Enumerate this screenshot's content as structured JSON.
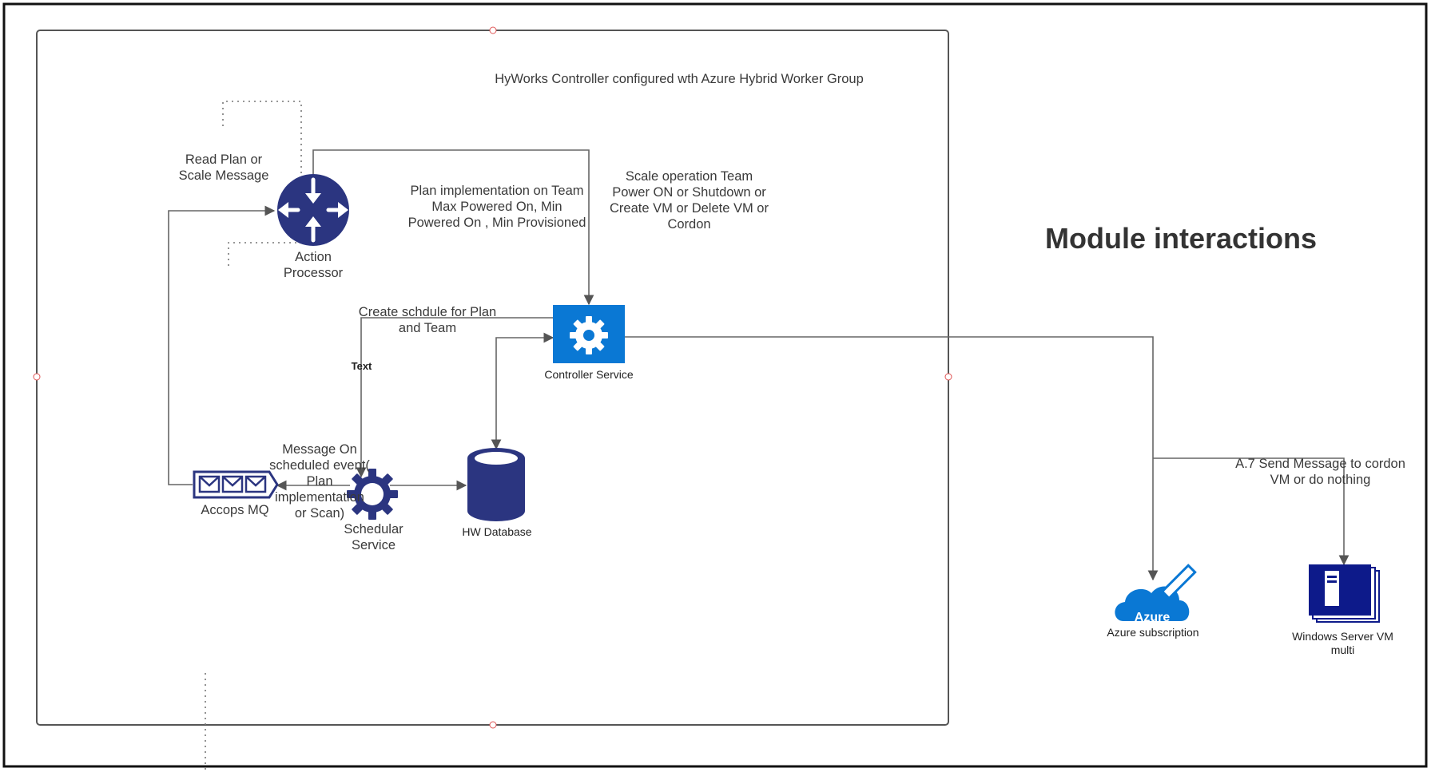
{
  "diagram": {
    "title": "Module  interactions",
    "container_caption": "HyWorks Controller configured wth Azure Hybrid Worker Group",
    "nodes": {
      "action_processor": {
        "label": "Action\nProcessor",
        "icon": "router-icon"
      },
      "controller_service": {
        "label": "Controller Service",
        "icon": "gear-icon"
      },
      "schedular_service": {
        "label": "Schedular\nService",
        "icon": "cog-icon"
      },
      "hw_database": {
        "label": "HW Database",
        "icon": "database-icon"
      },
      "accops_mq": {
        "label": "Accops MQ",
        "icon": "message-queue-icon"
      },
      "azure_subscription": {
        "label": "Azure subscription",
        "icon": "azure-cloud-icon",
        "logo_text": "Azure"
      },
      "windows_vm": {
        "label": "Windows Server VM\nmulti",
        "icon": "windows-server-icon"
      }
    },
    "edge_labels": {
      "read_plan": "Read Plan or\nScale Message",
      "plan_implementation": "Plan implementation on Team\nMax Powered On, Min\nPowered On , Min Provisioned",
      "scale_operation": "Scale operation Team\nPower ON or Shutdown or\nCreate VM or Delete VM or\nCordon",
      "create_schedule": "Create schdule for Plan\nand Team",
      "text": "Text",
      "message_on_event": "Message On\nscheduled event(\nPlan\nimplementation\nor Scan)",
      "send_message": "A.7 Send Message to cordon\nVM   or do nothing"
    },
    "colors": {
      "navy": "#2b3580",
      "azure_blue": "#0a78d4",
      "line": "#666666",
      "border": "#222222"
    }
  }
}
